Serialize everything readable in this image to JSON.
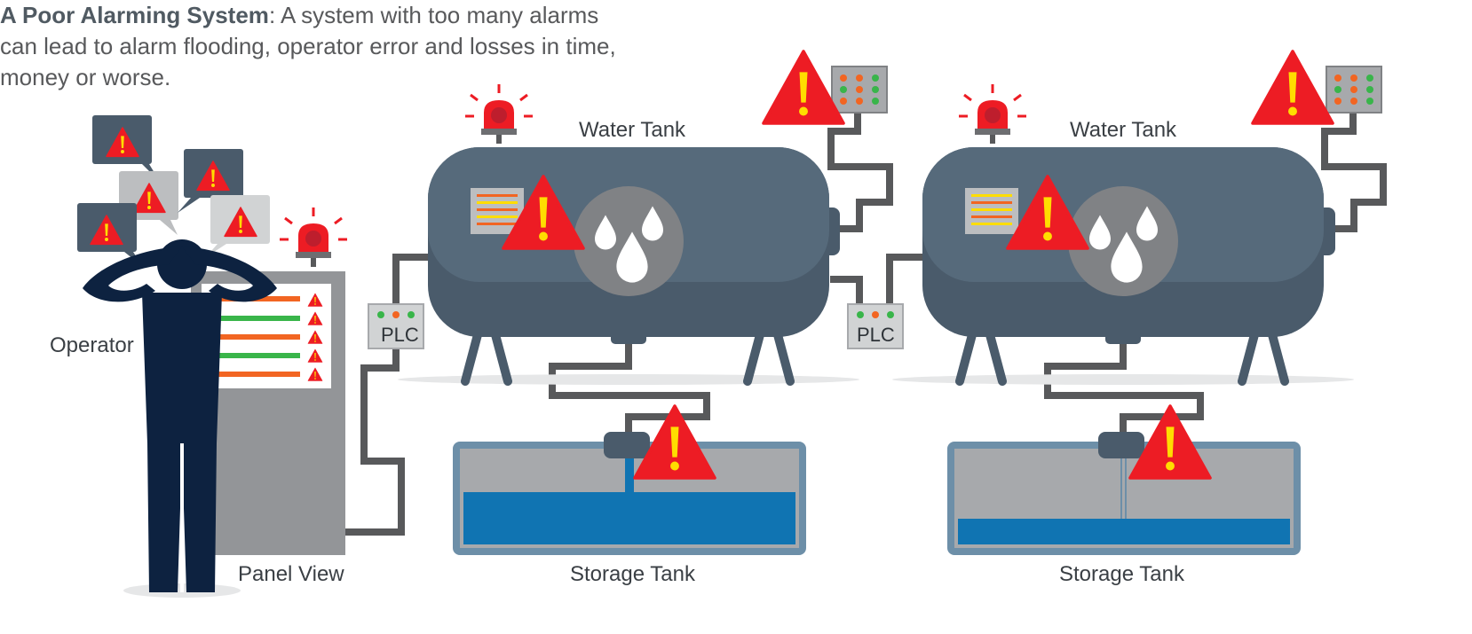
{
  "caption": {
    "title": "A Poor Alarming System",
    "text": ":  A system with too many alarms can lead to alarm flooding, operator error and losses in time, money or worse."
  },
  "labels": {
    "operator": "Operator",
    "panel_view": "Panel View",
    "plc_left": "PLC",
    "plc_right": "PLC",
    "water_tank_left": "Water Tank",
    "water_tank_right": "Water Tank",
    "storage_tank_left": "Storage Tank",
    "storage_tank_right": "Storage Tank"
  },
  "colors": {
    "tank_body": "#4a5b6b",
    "tank_top": "#566a7b",
    "alarm_red": "#ed1c24",
    "alarm_yellow": "#ffdd00",
    "operator_navy": "#0d2240",
    "panel_gray": "#939598",
    "water_blue": "#1074b2",
    "pipe_gray": "#58595b"
  },
  "icons": [
    "warning-triangle-icon",
    "beacon-light-icon",
    "water-drops-icon",
    "control-box-icon"
  ]
}
